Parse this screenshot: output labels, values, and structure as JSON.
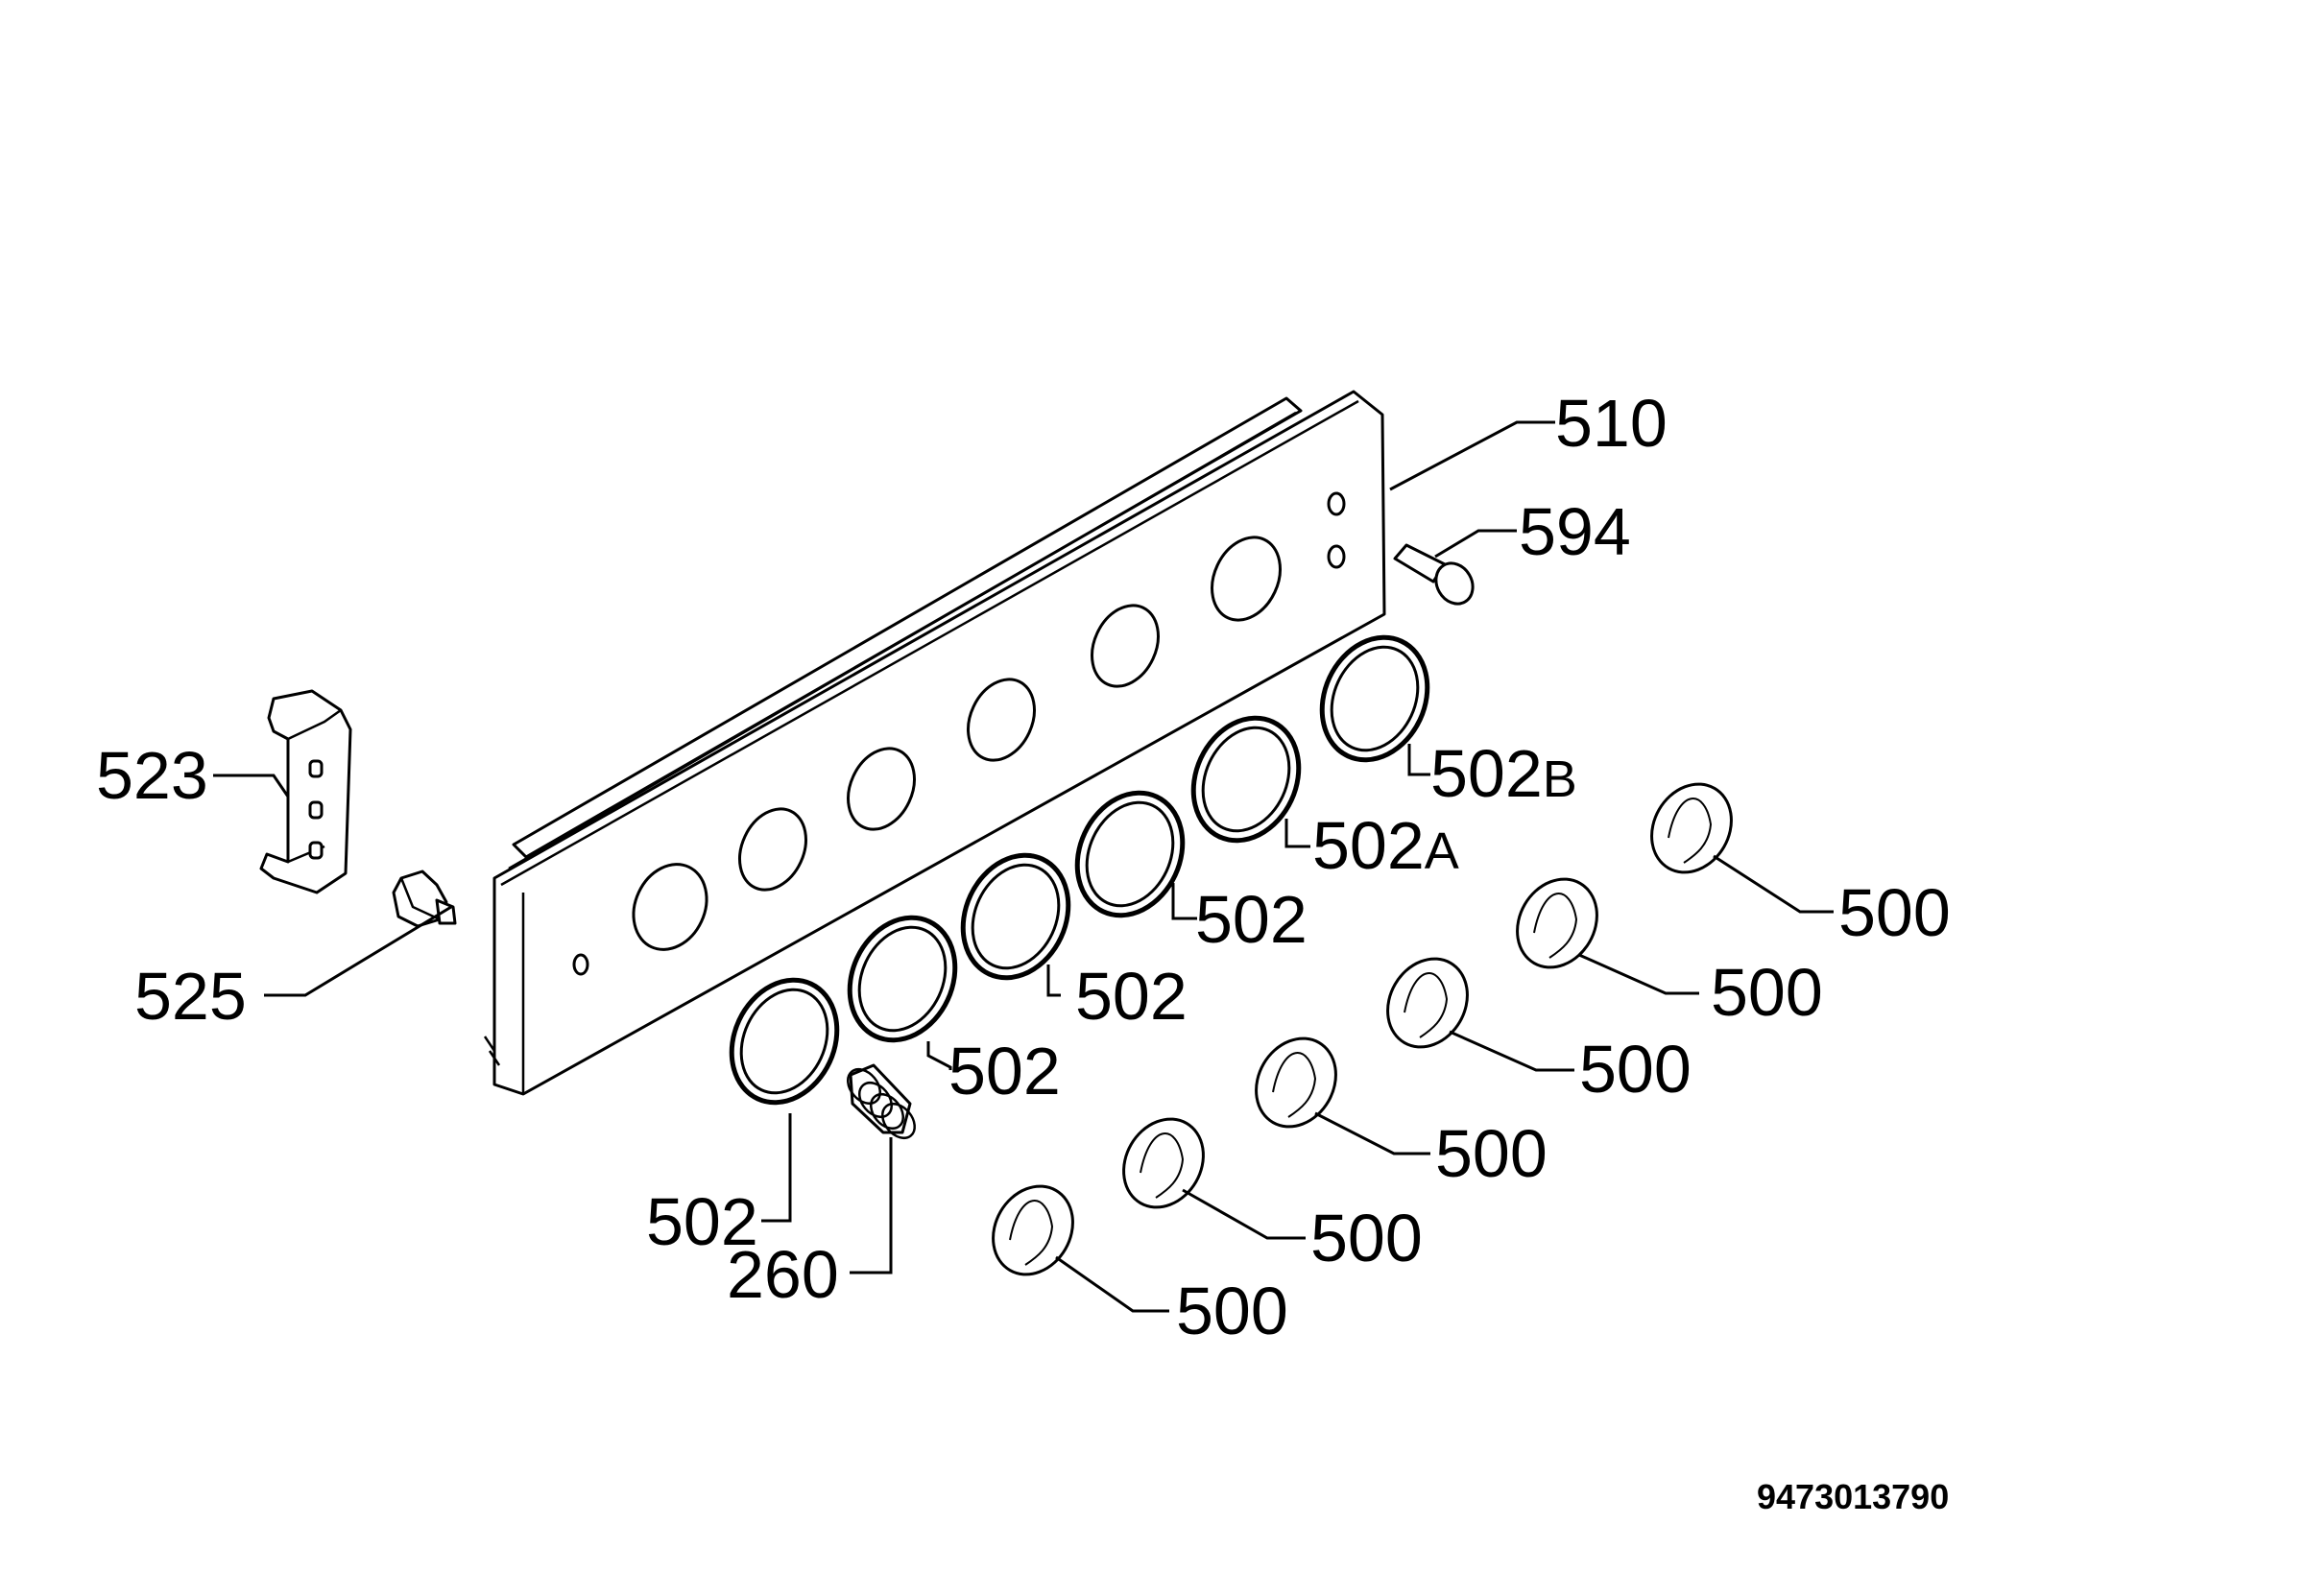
{
  "labels": {
    "panel": "510",
    "screw": "594",
    "bracket": "523",
    "button": "525",
    "ring_1": "502",
    "ring_2": "502",
    "ring_3": "502",
    "ring_4": "502",
    "ring_a_prefix": "502",
    "ring_a_suffix": "A",
    "ring_b_prefix": "502",
    "ring_b_suffix": "B",
    "spring": "260",
    "knob_1": "500",
    "knob_2": "500",
    "knob_3": "500",
    "knob_4": "500",
    "knob_5": "500",
    "knob_6": "500"
  },
  "document_number": "9473013790"
}
